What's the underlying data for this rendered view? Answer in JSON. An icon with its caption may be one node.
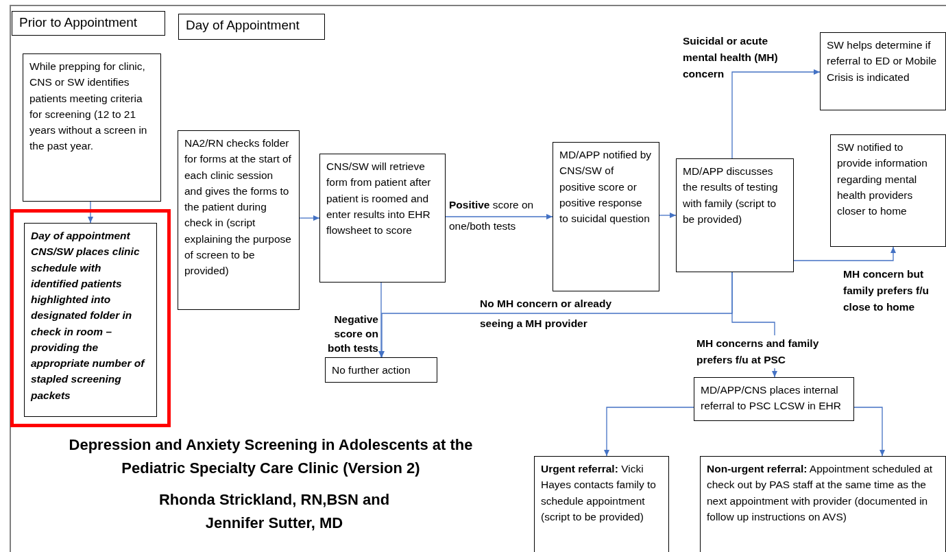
{
  "diagram": {
    "title": "Depression and Anxiety Screening in Adolescents at the Pediatric Specialty Care Clinic (Version 2)",
    "nodes": [
      {
        "text": [
          "Prior to Appointment"
        ]
      },
      {
        "text": [
          "Day of Appointment"
        ]
      },
      {
        "text": [
          "While prepping for clinic, CNS or SW identifies patients meeting criteria for screening (12 to 21 years without a screen in the past year."
        ]
      },
      {
        "text": [],
        "shape": "box"
      },
      {
        "text": [
          "Day of appointment CNS/SW places clinic schedule with identified patients highlighted into designated folder in check in room – providing the appropriate number of stapled screening packets"
        ],
        "in": 3
      },
      {
        "text": [
          "NA2/RN checks folder for forms at the start of each clinic session and gives the forms to the patient during check in (script explaining the purpose of screen to be provided)"
        ]
      },
      {
        "text": [
          "CNS/SW will retrieve form from patient after patient is roomed and enter results into EHR flowsheet to score"
        ]
      },
      {
        "text": [
          "MD/APP notified by CNS/SW of positive score or positive response to suicidal question"
        ]
      },
      {
        "text": [
          "MD/APP discusses the results of testing with family (script to be provided)"
        ]
      },
      {
        "text": [
          "SW helps determine if referral to ED or Mobile Crisis is indicated"
        ]
      },
      {
        "text": [
          "SW notified to provide information regarding mental health providers closer to home"
        ]
      },
      {
        "text": [
          "No further action"
        ]
      },
      {
        "text": [
          "MD/APP/CNS places internal referral to PSC LCSW in EHR"
        ]
      },
      {
        "text": [
          "**Urgent referral:** Vicki Hayes contacts family to schedule appointment (script to be provided)"
        ]
      },
      {
        "text": [
          "**Non-urgent referral:** Appointment scheduled at check out by PAS staff at the same time as the next appointment with provider (documented in follow up instructions on AVS)"
        ]
      }
    ],
    "edges": [
      {
        "from": 2,
        "to": 4,
        "arrow": "to"
      },
      {
        "from": 5,
        "to": 6,
        "arrow": "to"
      },
      {
        "from": 6,
        "to": 7,
        "arrow": "to",
        "label": "**Positive** score on one/both tests"
      },
      {
        "from": 7,
        "to": 8,
        "arrow": "to"
      },
      {
        "from": 8,
        "to": 9,
        "arrow": "to",
        "label": "Suicidal or acute mental health (MH) concern"
      },
      {
        "from": 8,
        "to": 10,
        "arrow": "to",
        "label": "MH concern but family prefers f/u close to home"
      },
      {
        "from": 6,
        "to": 11,
        "arrow": "to",
        "label": "Negative score on both tests"
      },
      {
        "from": 8,
        "to": 11,
        "arrow": "to",
        "label": "No MH concern or already seeing a MH provider"
      },
      {
        "from": 8,
        "to": 12,
        "arrow": "to",
        "label": "MH concerns and family prefers f/u at PSC"
      },
      {
        "from": 12,
        "to": 13,
        "arrow": "to"
      },
      {
        "from": 12,
        "to": 14,
        "arrow": "to"
      }
    ],
    "labels": [
      "Rhonda Strickland, RN,BSN and Jennifer Sutter, MD"
    ]
  }
}
